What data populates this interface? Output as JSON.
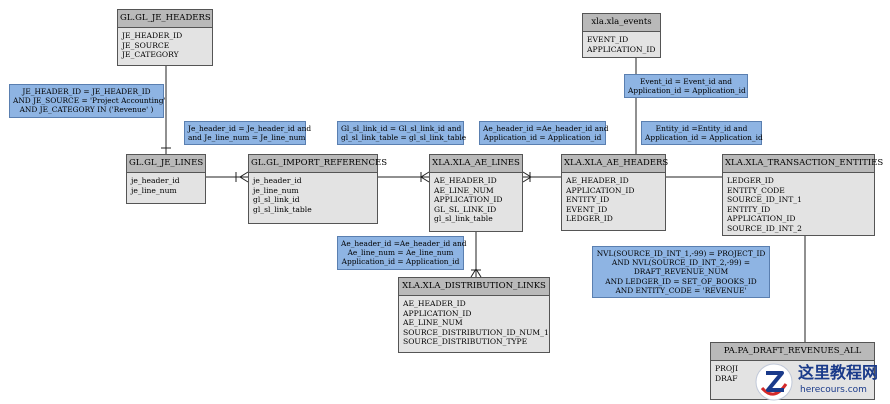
{
  "entities": {
    "gl_je_headers": {
      "title": "GL.GL_JE_HEADERS",
      "fields": [
        "JE_HEADER_ID",
        "JE_SOURCE",
        "JE_CATEGORY"
      ]
    },
    "gl_je_lines": {
      "title": "GL.GL_JE_LINES",
      "fields": [
        "je_header_id",
        "je_line_num"
      ]
    },
    "gl_import_references": {
      "title": "GL.GL_IMPORT_REFERENCES",
      "fields": [
        "je_header_id",
        "je_line_num",
        "gl_sl_link_id",
        "gl_sl_link_table"
      ]
    },
    "xla_ae_lines": {
      "title": "XLA.XLA_AE_LINES",
      "fields": [
        "AE_HEADER_ID",
        "AE_LINE_NUM",
        "APPLICATION_ID",
        "GL_SL_LINK_ID",
        "gl_sl_link_table"
      ]
    },
    "xla_ae_headers": {
      "title": "XLA.XLA_AE_HEADERS",
      "fields": [
        "AE_HEADER_ID",
        "APPLICATION_ID",
        "ENTITY_ID",
        "EVENT_ID",
        "LEDGER_ID"
      ]
    },
    "xla_events": {
      "title": "xla.xla_events",
      "fields": [
        "EVENT_ID",
        "APPLICATION_ID"
      ]
    },
    "xla_transaction_entities": {
      "title": "XLA.XLA_TRANSACTION_ENTITIES",
      "fields": [
        "LEDGER_ID",
        "ENTITY_CODE",
        "SOURCE_ID_INT_1",
        "ENTITY_ID",
        "APPLICATION_ID",
        "SOURCE_ID_INT_2"
      ]
    },
    "xla_distribution_links": {
      "title": "XLA.XLA_DISTRIBUTION_LINKS",
      "fields": [
        "AE_HEADER_ID",
        "APPLICATION_ID",
        "AE_LINE_NUM",
        "SOURCE_DISTRIBUTION_ID_NUM_1",
        "SOURCE_DISTRIBUTION_TYPE"
      ]
    },
    "pa_draft_revenues_all": {
      "title": "PA.PA_DRAFT_REVENUES_ALL",
      "fields": [
        "PROJI",
        "DRAF"
      ]
    }
  },
  "notes": {
    "je_headers_join": [
      "JE_HEADER_ID = JE_HEADER_ID",
      "AND JE_SOURCE = 'Project Accounting'",
      "AND JE_CATEGORY IN ('Revenue' )"
    ],
    "lines_refs_join": [
      "Je_header_id = Je_header_id and",
      "and Je_line_num = Je_line_num"
    ],
    "refs_ae_lines_join": [
      "Gl_sl_link_id = Gl_sl_link_id and",
      "gl_sl_link_table = gl_sl_link_table"
    ],
    "ae_lines_headers_join": [
      "Ae_header_id =Ae_header_id and",
      "Application_id = Application_id"
    ],
    "events_join": [
      "Event_id = Event_id and",
      "Application_id = Application_id"
    ],
    "entity_join": [
      "Entity_id =Entity_id and",
      "Application_id = Application_id"
    ],
    "dist_links_join": [
      "Ae_header_id =Ae_header_id and",
      "Ae_line_num = Ae_line_num",
      "Application_id = Application_id"
    ],
    "draft_rev_join": [
      "NVL(SOURCE_ID_INT_1,-99) = PROJECT_ID",
      "AND NVL(SOURCE_ID_INT_2,-99) =",
      "DRAFT_REVENUE_NUM",
      "AND LEDGER_ID = SET_OF_BOOKS_ID",
      "AND ENTITY_CODE = 'REVENUE'"
    ]
  },
  "watermark": {
    "title": "这里教程网",
    "url": "herecours.com"
  },
  "colors": {
    "entity_header": "#b9b9b9",
    "entity_body": "#e3e3e3",
    "note_fill": "#8eb4e3",
    "watermark": "#1a3a8a"
  }
}
